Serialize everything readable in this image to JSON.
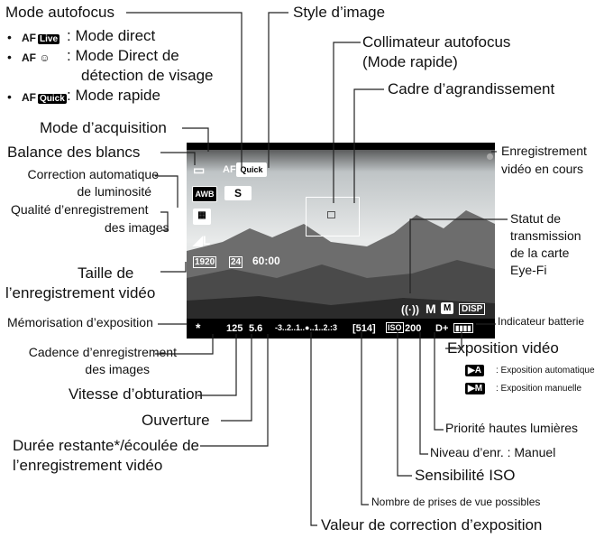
{
  "labels": {
    "mode_af": "Mode autofocus",
    "af_live_text": "Mode direct",
    "af_face_text1": "Mode Direct de",
    "af_face_text2": "détection de visage",
    "af_quick_text": "Mode rapide",
    "style": "Style d’image",
    "collimateur1": "Collimateur autofocus",
    "collimateur2": "(Mode rapide)",
    "cadre": "Cadre d’agrandissement",
    "acquisition": "Mode d’acquisition",
    "balance": "Balance des blancs",
    "correction1": "Correction automatique",
    "correction2": "de luminosité",
    "qualite1": "Qualité d’enregistrement",
    "qualite2": "des images",
    "taille1": "Taille de",
    "taille2": "l’enregistrement vidéo",
    "memo": "Mémorisation d’exposition",
    "cadence1": "Cadence d’enregistrement",
    "cadence2": "des images",
    "vitesse": "Vitesse d’obturation",
    "ouverture": "Ouverture",
    "duree1": "Durée restante*/écoulée de",
    "duree2": "l’enregistrement vidéo",
    "enreg1": "Enregistrement",
    "enreg2": "vidéo en cours",
    "statut1": "Statut de",
    "statut2": "transmission",
    "statut3": "de la carte",
    "statut4": "Eye-Fi",
    "batterie": "Indicateur batterie",
    "expo_video": "Exposition vidéo",
    "expo_auto": ": Exposition automatique",
    "expo_manu": ": Exposition manuelle",
    "priorite": "Priorité hautes lumières",
    "niveau": "Niveau d’enr. : Manuel",
    "iso": "Sensibilité ISO",
    "prises": "Nombre de prises de vue possibles",
    "valeur": "Valeur de correction d’exposition"
  },
  "icons": {
    "af_live": "AF Live",
    "af_face": "AF ☺",
    "af_quick": "AF Quick",
    "bullet": "•",
    "mode_auto_icon": "▶A",
    "mode_manu_icon": "▶M"
  },
  "screen": {
    "drive": "▭",
    "af": "AF",
    "af_badge": "Quick",
    "wb": "AWB",
    "style": "S",
    "quality": "◢L",
    "size": "1920",
    "fps": "24",
    "time": "60:00",
    "ae_lock": "*",
    "shutter": "125",
    "aperture": "5.6",
    "exp_scale": "-3..2..1..●..1..2.:3",
    "shots": "[514]",
    "iso_icon": "ISO",
    "iso_value": "200",
    "hl_priority": "D+",
    "battery": "▮▮▮▮",
    "mic": "M",
    "movie_exp": "M",
    "disp": "DISP",
    "eyefi": "((·))"
  }
}
